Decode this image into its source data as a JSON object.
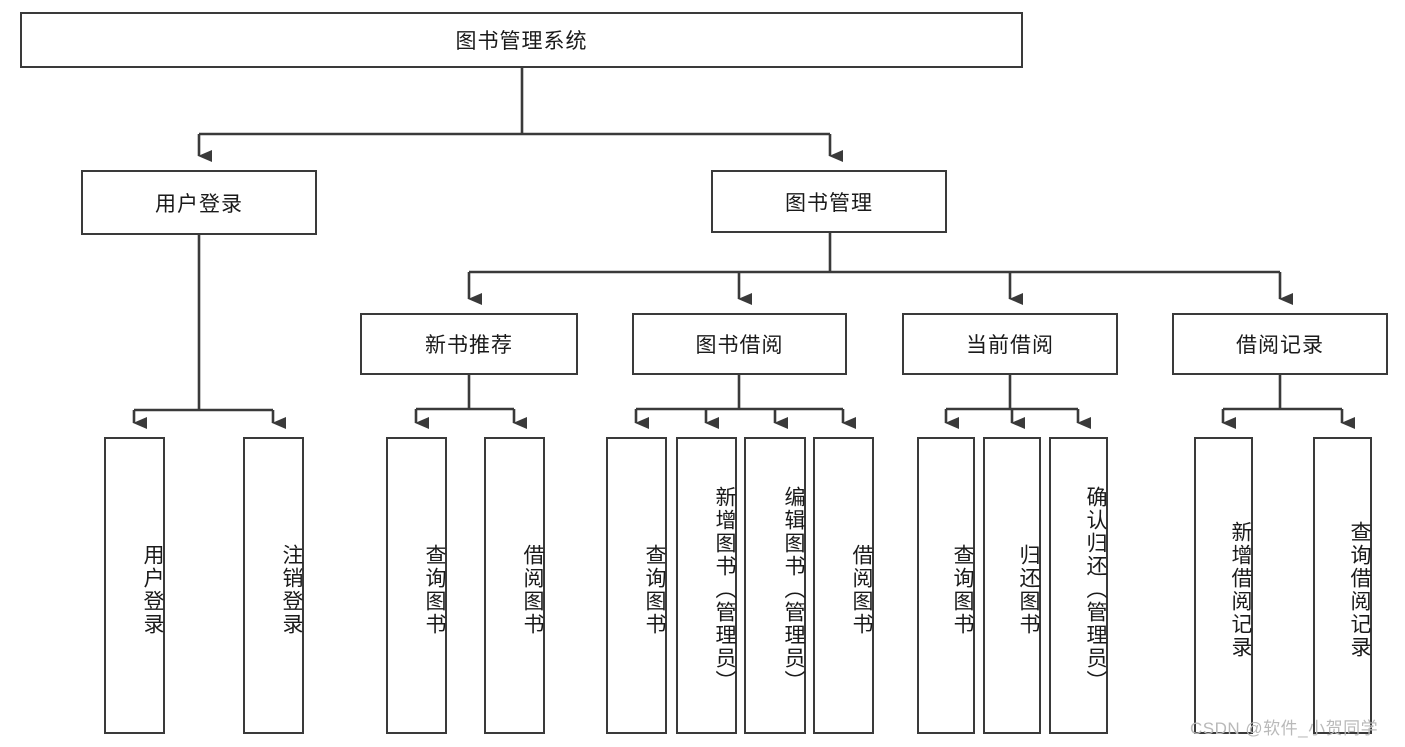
{
  "diagram": {
    "type": "tree",
    "title": "图书管理系统",
    "watermark": "CSDN @软件_小贺同学",
    "colors": {
      "box_border": "#3a3a3a",
      "box_fill": "#ffffff",
      "connector": "#3a3a3a",
      "text": "#1a1a1a",
      "watermark": "#b9b9b9",
      "background": "#ffffff"
    },
    "levels": {
      "root": {
        "label": "图书管理系统"
      },
      "level2": [
        {
          "label": "用户登录"
        },
        {
          "label": "图书管理"
        }
      ],
      "level3": [
        {
          "label": "新书推荐"
        },
        {
          "label": "图书借阅"
        },
        {
          "label": "当前借阅"
        },
        {
          "label": "借阅记录"
        }
      ],
      "leaves": {
        "user_login": [
          {
            "label": "用户登录"
          },
          {
            "label": "注销登录"
          }
        ],
        "new_book_recommend": [
          {
            "label": "查询图书"
          },
          {
            "label": "借阅图书"
          }
        ],
        "book_borrow": [
          {
            "label": "查询图书"
          },
          {
            "label": "新增图书（管理员）"
          },
          {
            "label": "编辑图书（管理员）"
          },
          {
            "label": "借阅图书"
          }
        ],
        "current_borrow": [
          {
            "label": "查询图书"
          },
          {
            "label": "归还图书"
          },
          {
            "label": "确认归还（管理员）"
          }
        ],
        "borrow_record": [
          {
            "label": "新增借阅记录"
          },
          {
            "label": "查询借阅记录"
          }
        ]
      }
    }
  }
}
